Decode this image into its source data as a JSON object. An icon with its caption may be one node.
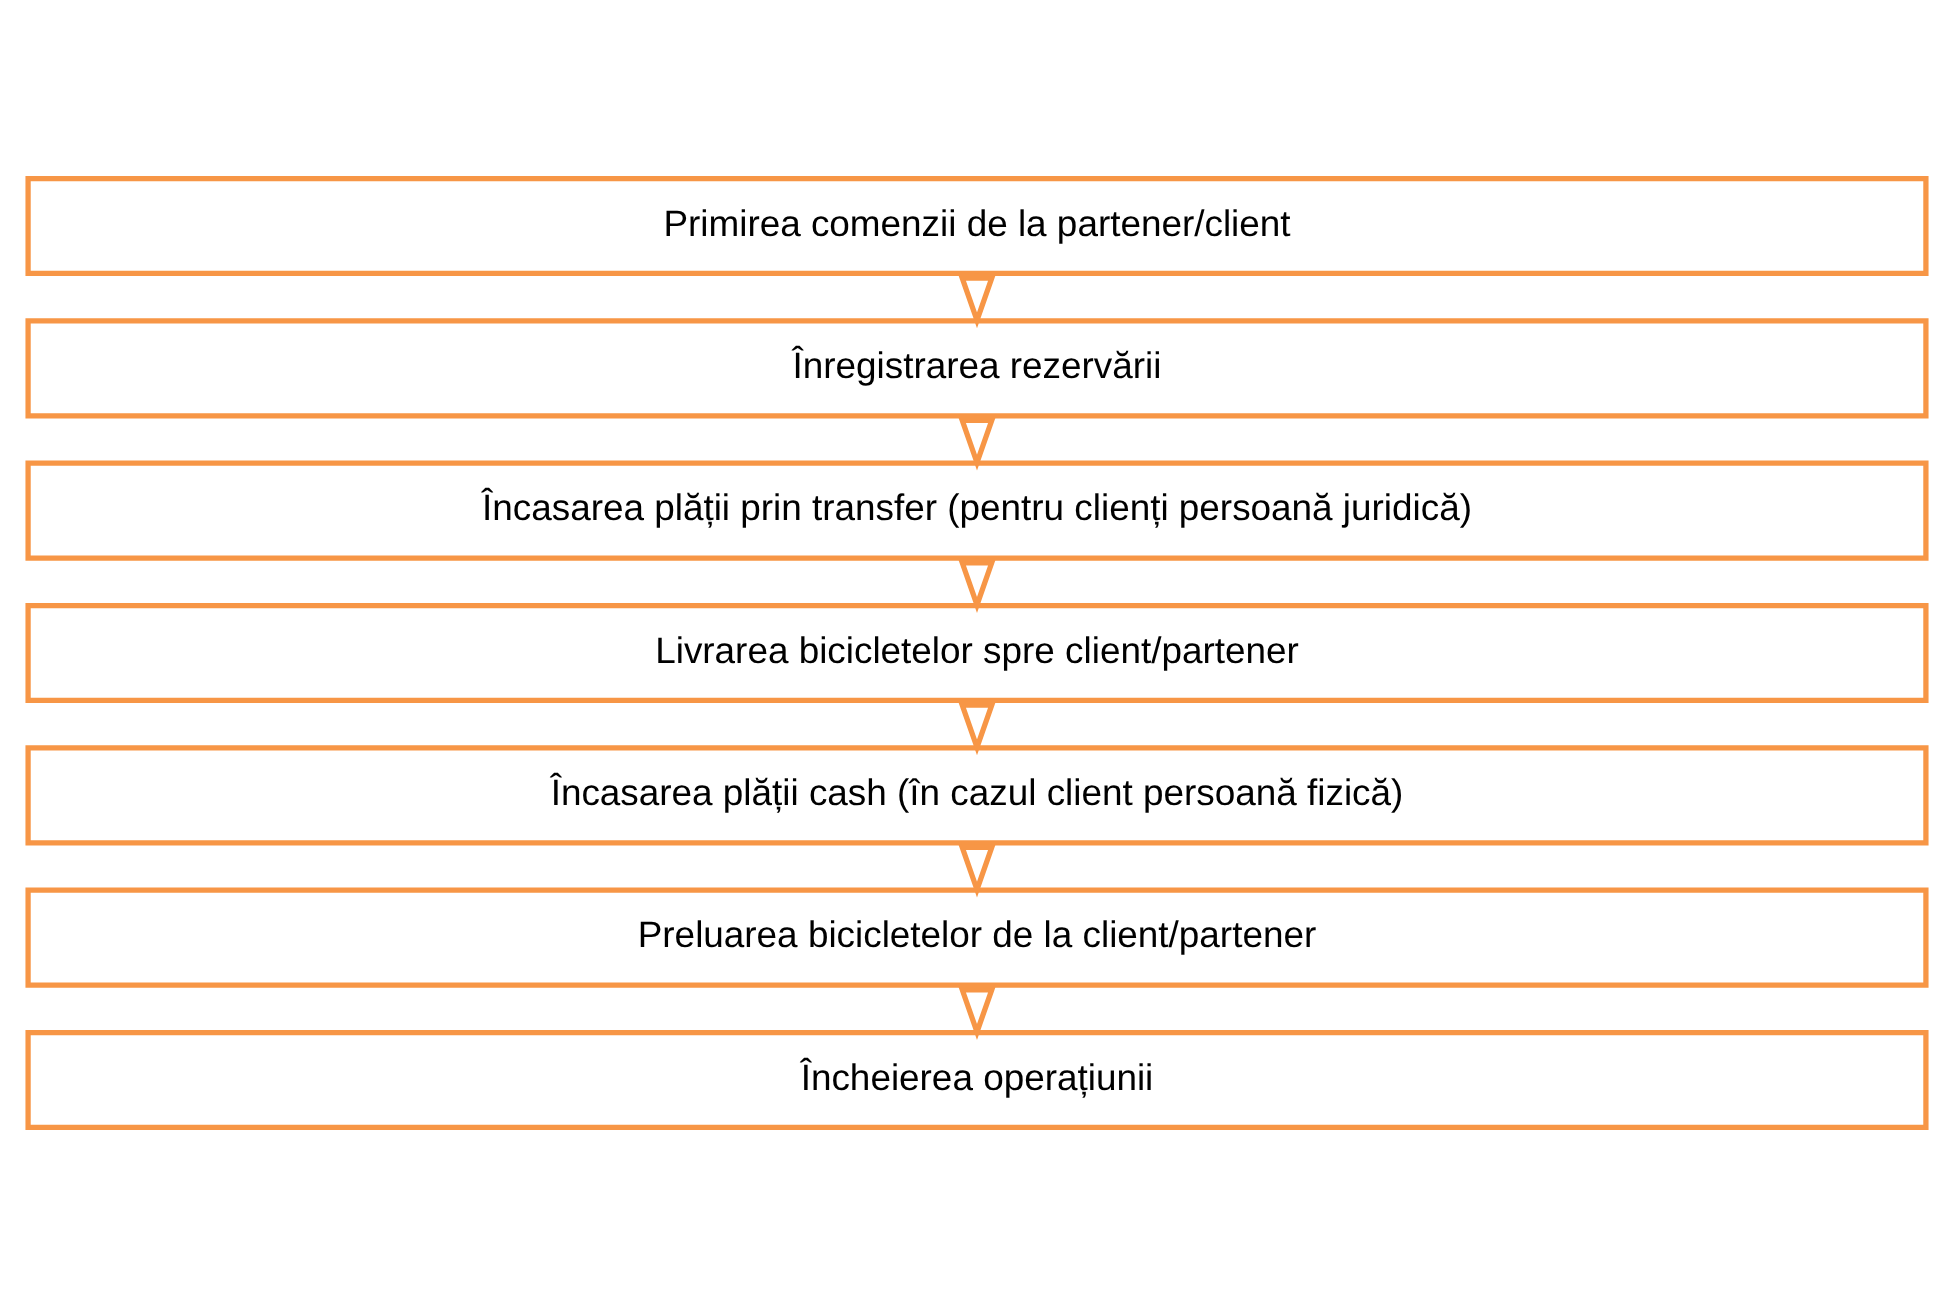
{
  "diagram": {
    "nodes": [
      {
        "text": [
          "Primirea comenzii de la partener/client"
        ]
      },
      {
        "text": [
          "Înregistrarea rezervării"
        ]
      },
      {
        "text": [
          "Încasarea plății prin transfer (pentru clienți persoană juridică)"
        ]
      },
      {
        "text": [
          "Livrarea bicicletelor spre client/partener"
        ]
      },
      {
        "text": [
          "Încasarea plății cash (în cazul client persoană fizică)"
        ]
      },
      {
        "text": [
          "Preluarea bicicletelor de la client/partener"
        ]
      },
      {
        "text": [
          "Încheierea operațiunii"
        ]
      }
    ],
    "edges": [
      {
        "from": 0,
        "to": 1,
        "arrow": "to"
      },
      {
        "from": 1,
        "to": 2,
        "arrow": "to"
      },
      {
        "from": 2,
        "to": 3,
        "arrow": "to"
      },
      {
        "from": 3,
        "to": 4,
        "arrow": "to"
      },
      {
        "from": 4,
        "to": 5,
        "arrow": "to"
      },
      {
        "from": 5,
        "to": 6,
        "arrow": "to"
      }
    ]
  }
}
